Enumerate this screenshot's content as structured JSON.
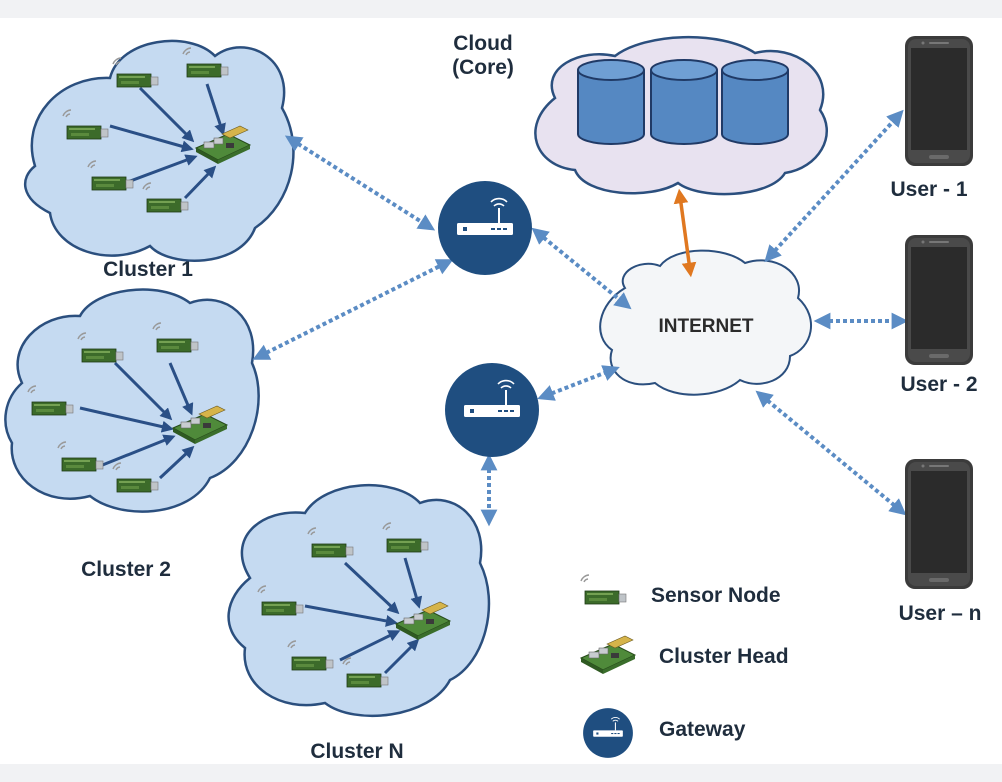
{
  "clusters": [
    {
      "label": "Cluster 1"
    },
    {
      "label": "Cluster 2"
    },
    {
      "label": "Cluster N"
    }
  ],
  "cloud": {
    "title_line1": "Cloud",
    "title_line2": "(Core)"
  },
  "internet": {
    "label": "INTERNET"
  },
  "users": [
    {
      "label": "User - 1"
    },
    {
      "label": "User - 2"
    },
    {
      "label": "User – n"
    }
  ],
  "legend": {
    "sensor_node": "Sensor Node",
    "cluster_head": "Cluster Head",
    "gateway": "Gateway"
  },
  "colors": {
    "cluster_fill": "#c5daf1",
    "cluster_stroke": "#2b4f7e",
    "cloud_fill": "#e8e2f0",
    "internet_fill": "#f4f6f8",
    "gateway": "#1f4e80",
    "link": "#5b8cc4",
    "core_link": "#e07820",
    "database": "#5588c2"
  },
  "icons": [
    "sensor-node-icon",
    "cluster-head-icon",
    "gateway-router-icon",
    "database-icon",
    "smartphone-icon",
    "wifi-icon"
  ]
}
